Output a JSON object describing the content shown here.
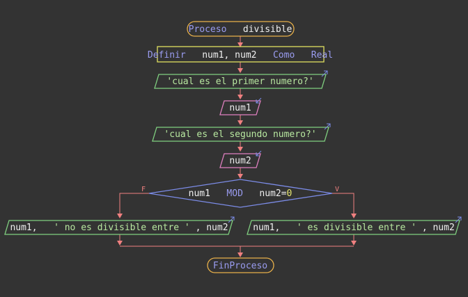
{
  "colors": {
    "background": "#333333",
    "connector": "#f08080",
    "terminal": "#e8b04a",
    "definir": "#e0e060",
    "output": "#80d080",
    "input": "#e080c0",
    "decision": "#7c8ce8",
    "keyword": "#9a9cf0",
    "string": "#b8e8a0",
    "text": "#f0f0f0",
    "number": "#e8e870"
  },
  "flow": {
    "start_keyword": "Proceso",
    "start_name": "divisible",
    "definir_keyword": "Definir",
    "definir_vars": "num1, num2",
    "definir_como": "Como",
    "definir_type": "Real",
    "out1_text": "'cual es el primer numero?'",
    "in1_var": "num1",
    "out2_text": "'cual es el segundo numero?'",
    "in2_var": "num2",
    "cond_a": "num1",
    "cond_op": "MOD",
    "cond_b": "num2=",
    "cond_c": "0",
    "false_label": "F",
    "true_label": "V",
    "false_v1": "num1,",
    "false_str": "' no es divisible entre '",
    "false_v2": ", num2",
    "true_v1": "num1,",
    "true_str": "' es divisible entre '",
    "true_v2": ", num2",
    "end_keyword": "FinProceso"
  }
}
